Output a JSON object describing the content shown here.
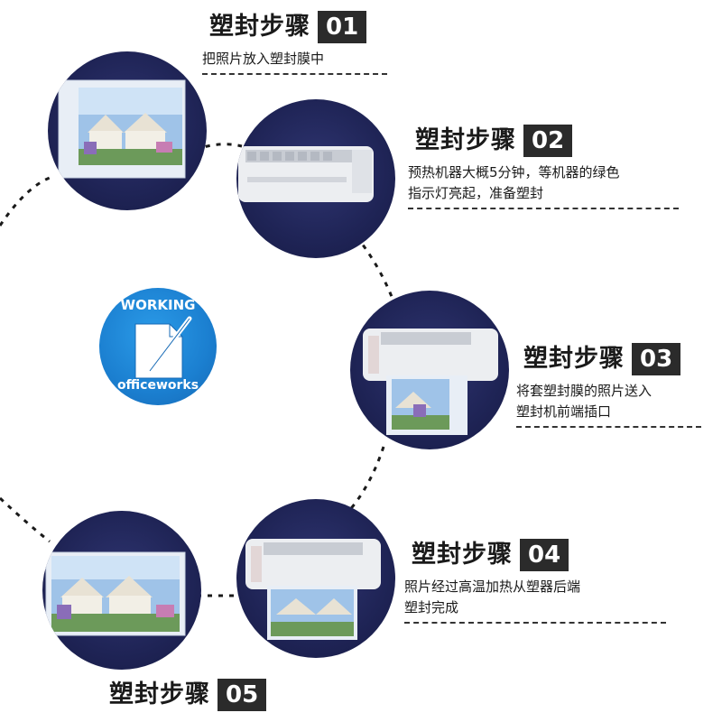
{
  "badge": {
    "top_text": "WORKING",
    "bottom_text": "officeworks"
  },
  "steps": [
    {
      "title": "塑封步骤",
      "number": "01",
      "lines": [
        "把照片放入塑封膜中"
      ]
    },
    {
      "title": "塑封步骤",
      "number": "02",
      "lines": [
        "预热机器大概5分钟，等机器的绿色",
        "指示灯亮起，准备塑封"
      ]
    },
    {
      "title": "塑封步骤",
      "number": "03",
      "lines": [
        "将套塑封膜的照片送入",
        "塑封机前端插口"
      ]
    },
    {
      "title": "塑封步骤",
      "number": "04",
      "lines": [
        "照片经过高温加热从塑器后端",
        "塑封完成"
      ]
    },
    {
      "title": "塑封步骤",
      "number": "05",
      "lines": []
    }
  ],
  "colors": {
    "circle": "#1f2456",
    "accent_blue": "#1b7fd0",
    "number_bg": "#2b2b2b"
  }
}
